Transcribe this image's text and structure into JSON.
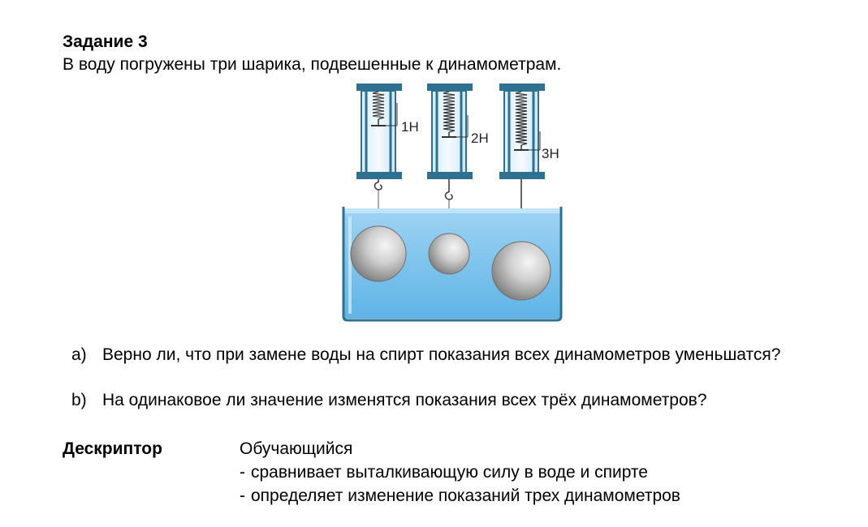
{
  "task": {
    "title": "Задание 3",
    "text": "В воду погружены три шарика, подвешенные к динамометрам."
  },
  "figure": {
    "dynamometers": [
      {
        "label": "1Н"
      },
      {
        "label": "2Н"
      },
      {
        "label": "3Н"
      }
    ],
    "colors": {
      "water": "#5fb4e6",
      "water_light": "#9fd3f3",
      "frame": "#2f6f8f",
      "ball": "#9a9a9a"
    }
  },
  "questions": [
    {
      "marker": "a)",
      "text": "Верно ли, что при замене воды на спирт показания всех динамометров уменьшатся?"
    },
    {
      "marker": "b)",
      "text": "На одинаковое ли значение изменятся показания всех трёх динамометров?"
    }
  ],
  "descriptor": {
    "label": "Дескриптор",
    "intro": "Обучающийся",
    "items": [
      "сравнивает выталкивающую силу в воде и спирте",
      "определяет изменение показаний трех динамометров"
    ]
  }
}
